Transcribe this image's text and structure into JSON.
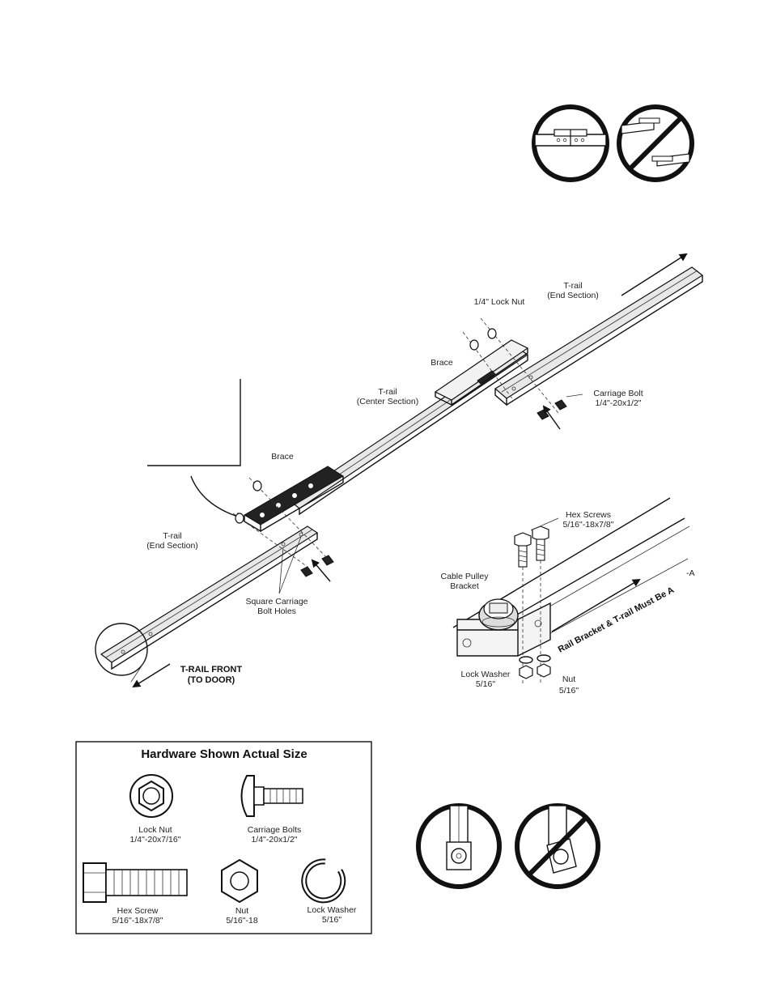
{
  "labels": {
    "lock_nut_top": "1/4\" Lock Nut",
    "trail_end_top_1": "T-rail",
    "trail_end_top_2": "(End Section)",
    "brace_top": "Brace",
    "trail_center_1": "T-rail",
    "trail_center_2": "(Center Section)",
    "carriage_bolt_1": "Carriage Bolt",
    "carriage_bolt_2": "1/4\"-20x1/2\"",
    "brace_lower": "Brace",
    "trail_end_low_1": "T-rail",
    "trail_end_low_2": "(End Section)",
    "square_holes_1": "Square Carriage",
    "square_holes_2": "Bolt Holes",
    "trail_front_1": "T-RAIL FRONT",
    "trail_front_2": "(TO DOOR)",
    "hex_screws_1": "Hex Screws",
    "hex_screws_2": "5/16\"-18x7/8\"",
    "cable_pulley_1": "Cable Pulley",
    "cable_pulley_2": "Bracket",
    "lock_washer_1": "Lock Washer",
    "lock_washer_2": "5/16\"",
    "nut_1": "Nut",
    "nut_2": "5/16\"",
    "rail_bracket_note": "Rail Bracket & T-rail Must Be A",
    "stray_a": "-A"
  },
  "hardware": {
    "title": "Hardware Shown Actual Size",
    "lock_nut_1": "Lock Nut",
    "lock_nut_2": "1/4\"-20x7/16\"",
    "carriage_1": "Carriage Bolts",
    "carriage_2": "1/4\"-20x1/2\"",
    "hex_screw_1": "Hex Screw",
    "hex_screw_2": "5/16\"-18x7/8\"",
    "nut_1": "Nut",
    "nut_2": "5/16\"-18",
    "washer_1": "Lock Washer",
    "washer_2": "5/16\""
  }
}
